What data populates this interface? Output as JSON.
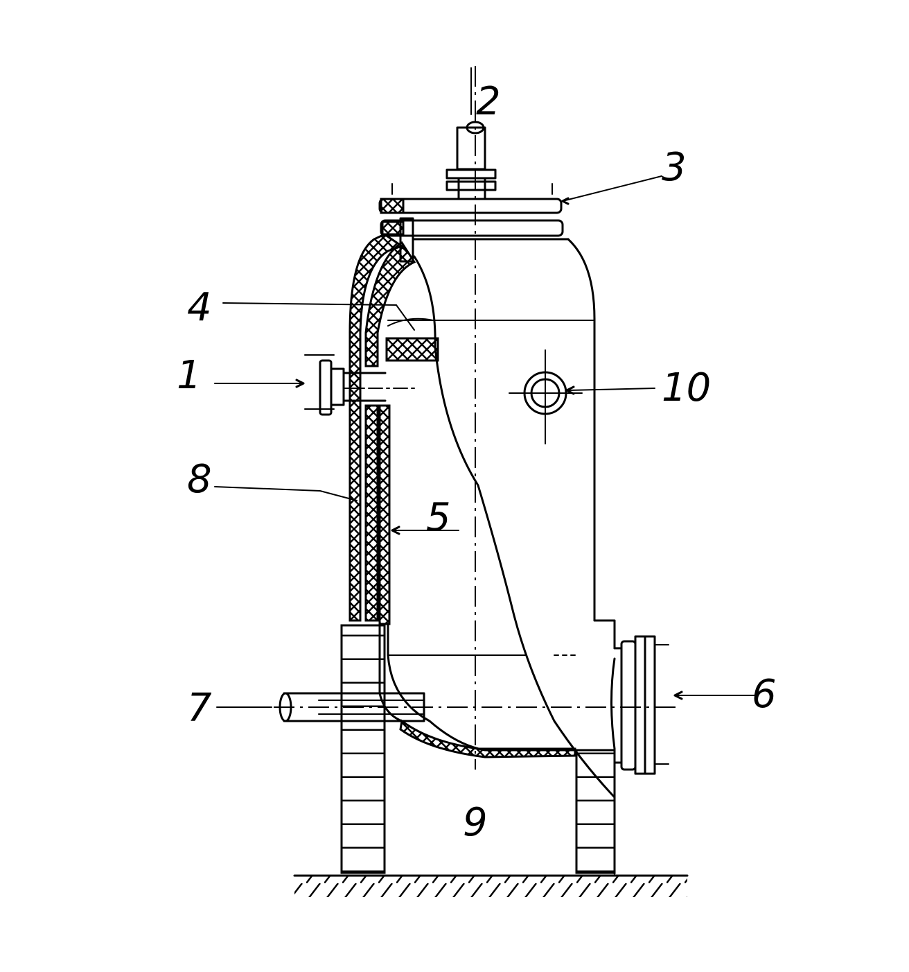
{
  "labels": [
    {
      "id": "1",
      "text": "1"
    },
    {
      "id": "2",
      "text": "2"
    },
    {
      "id": "3",
      "text": "3"
    },
    {
      "id": "4",
      "text": "4"
    },
    {
      "id": "5",
      "text": "5"
    },
    {
      "id": "6",
      "text": "6"
    },
    {
      "id": "7",
      "text": "7"
    },
    {
      "id": "8",
      "text": "8"
    },
    {
      "id": "9",
      "text": "9"
    },
    {
      "id": "10",
      "text": "10"
    }
  ],
  "colors": {
    "line": "#000000",
    "background": "#ffffff"
  }
}
